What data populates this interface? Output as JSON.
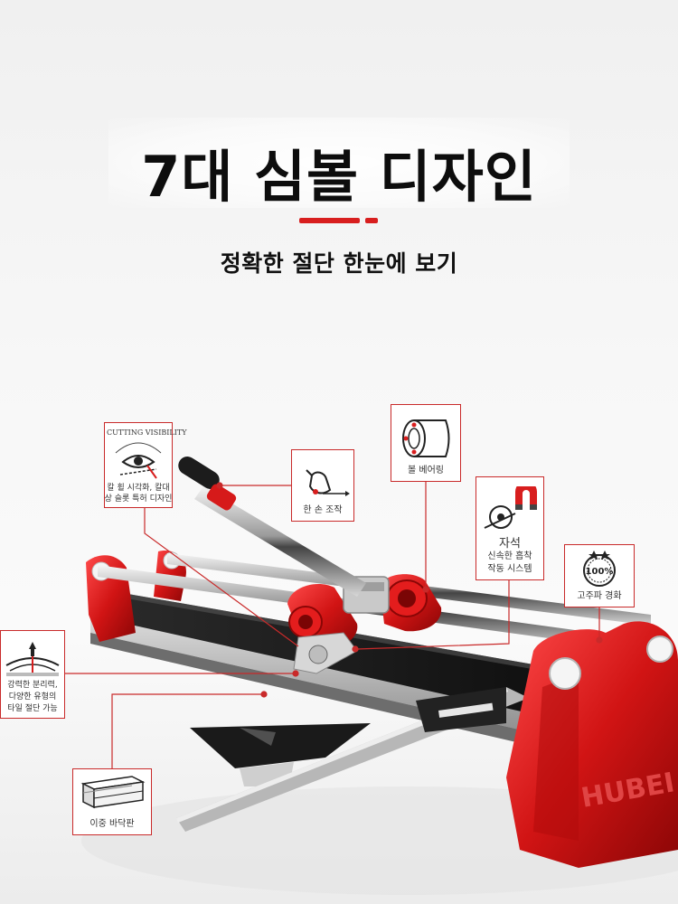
{
  "header": {
    "title": "7대 심볼 디자인",
    "subtitle": "정확한 절단 한눈에 보기",
    "accent_color": "#d81e1e"
  },
  "callouts": {
    "cutting_visibility": {
      "badge": "CUTTING VISIBILITY",
      "line1": "칼 휠 시각화, 칼대",
      "line2": "상 슬롯 특허 디자인",
      "icon": "eye-cutting-icon"
    },
    "one_hand": {
      "label": "한 손 조작",
      "icon": "hand-grip-icon"
    },
    "ball_bearing": {
      "label": "볼 베어링",
      "icon": "bearing-icon"
    },
    "magnet": {
      "title": "자석",
      "line1": "신속한 흡착",
      "line2": "작동 시스템",
      "icon": "magnet-icon"
    },
    "hardness": {
      "label": "고주파 경화",
      "badge": "100%",
      "icon": "quality-seal-icon"
    },
    "breaking": {
      "line1": "강력한 분리력,",
      "line2": "다양한 유형의",
      "line3": "타일 절단 가능",
      "icon": "tile-break-icon"
    },
    "double_base": {
      "label": "이중 바닥판",
      "icon": "double-profile-icon"
    }
  },
  "product": {
    "brand": "HUBEI"
  }
}
